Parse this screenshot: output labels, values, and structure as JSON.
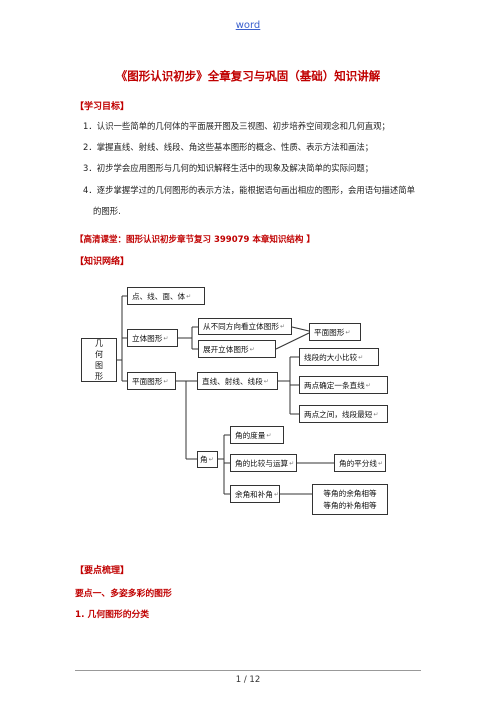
{
  "header": {
    "label": "word"
  },
  "title": "《图形认识初步》全章复习与巩固（基础）知识讲解",
  "objectives": {
    "heading": "【学习目标】",
    "items": [
      "1．认识一些简单的几何体的平面展开图及三视图、初步培养空间观念和几何直观；",
      "2．掌握直线、射线、线段、角这些基本图形的概念、性质、表示方法和画法；",
      "3．初步学会应用图形与几何的知识解释生活中的现象及解决简单的实际问题；",
      "4．逐步掌握学过的几何图形的表示方法，能根据语句画出相应的图形，会用语句描述简单",
      "的图形."
    ]
  },
  "lecture_note": "【高清课堂：图形认识初步章节复习  399079   本章知识结构 】",
  "network": {
    "heading": "【知识网络】",
    "root": [
      "几",
      "何",
      "图",
      "形"
    ],
    "nodes": {
      "point_line": "点、线、面、体",
      "solid": "立体图形",
      "views": "从不同方向看立体图形",
      "unfold": "展开立体图形",
      "plane_fig": "平面图形",
      "plane": "平面图形",
      "lines": "直线、射线、线段",
      "compare_seg": "线段的大小比较",
      "two_points": "两点确定一条直线",
      "shortest": "两点之间，线段最短",
      "angle": "角",
      "measure": "角的度量",
      "compare_angle": "角的比较与运算",
      "bisector": "角的平分线",
      "complement": "余角和补角",
      "equal_comp": "等角的余角相等",
      "equal_supp": "等角的补角相等"
    },
    "mark": "↵"
  },
  "key_points": {
    "heading": "【要点梳理】",
    "point1": "要点一、多姿多彩的图形",
    "sub1": "1.  几何图形的分类"
  },
  "page_number": "1  /  12"
}
